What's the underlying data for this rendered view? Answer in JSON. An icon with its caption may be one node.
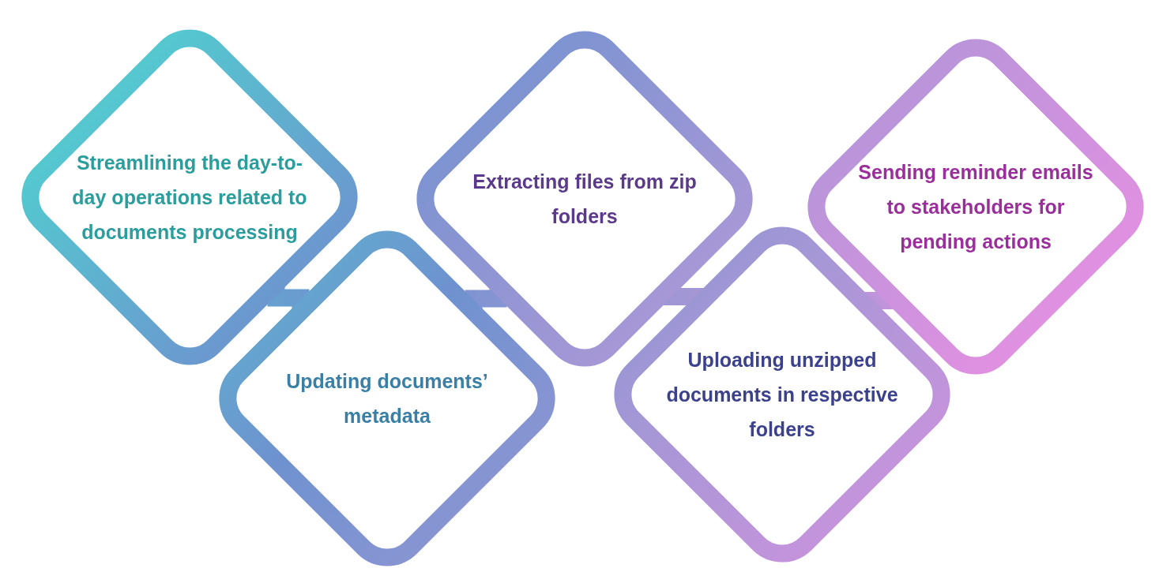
{
  "diagram": {
    "nodes": [
      {
        "text": [
          "Streamlining the day-to-day operations related to documents processing"
        ]
      },
      {
        "text": [
          "Updating documents’ metadata"
        ]
      },
      {
        "text": [
          "Extracting files from zip folders"
        ]
      },
      {
        "text": [
          "Uploading unzipped documents in respective folders"
        ]
      },
      {
        "text": [
          "Sending reminder emails to stakeholders for pending actions"
        ]
      }
    ],
    "edges": [
      {
        "from": 0,
        "to": 1,
        "arrow": "none"
      },
      {
        "from": 1,
        "to": 2,
        "arrow": "none"
      },
      {
        "from": 2,
        "to": 3,
        "arrow": "none"
      },
      {
        "from": 3,
        "to": 4,
        "arrow": "none"
      }
    ]
  }
}
